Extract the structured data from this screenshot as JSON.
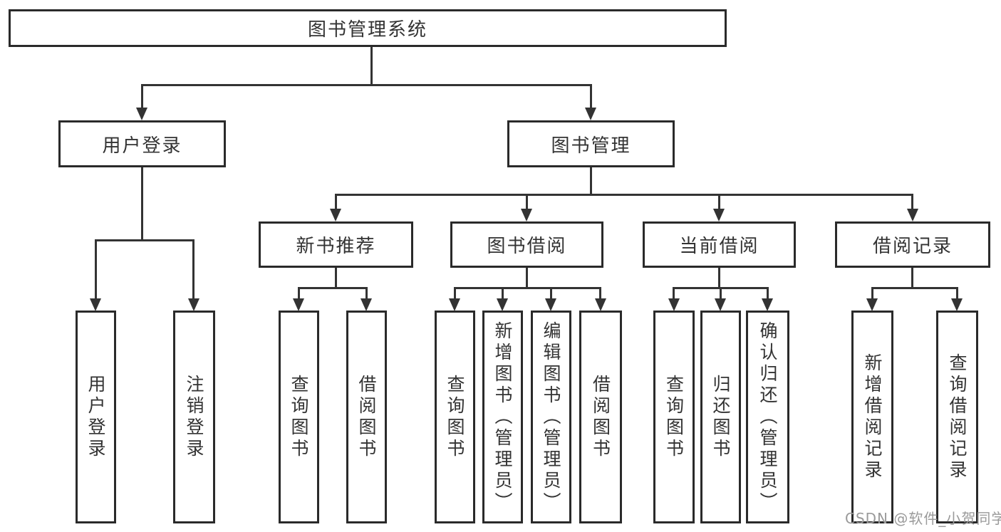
{
  "diagram": {
    "title": "图书管理系统",
    "children": [
      {
        "label": "用户登录",
        "children": [
          {
            "label": "用户登录"
          },
          {
            "label": "注销登录"
          }
        ]
      },
      {
        "label": "图书管理",
        "children": [
          {
            "label": "新书推荐",
            "children": [
              {
                "label": "查询图书"
              },
              {
                "label": "借阅图书"
              }
            ]
          },
          {
            "label": "图书借阅",
            "children": [
              {
                "label": "查询图书"
              },
              {
                "label": "新增图书（管理员）"
              },
              {
                "label": "编辑图书（管理员）"
              },
              {
                "label": "借阅图书"
              }
            ]
          },
          {
            "label": "当前借阅",
            "children": [
              {
                "label": "查询图书"
              },
              {
                "label": "归还图书"
              },
              {
                "label": "确认归还（管理员）"
              }
            ]
          },
          {
            "label": "借阅记录",
            "children": [
              {
                "label": "新增借阅记录"
              },
              {
                "label": "查询借阅记录"
              }
            ]
          }
        ]
      }
    ]
  },
  "watermark": {
    "text": "CSDN @软件_小贺同学"
  },
  "colors": {
    "background": "#ffffff",
    "box_border": "#2a2a2a",
    "connector": "#333333",
    "text": "#333333",
    "watermark": "#9a9a9a"
  }
}
